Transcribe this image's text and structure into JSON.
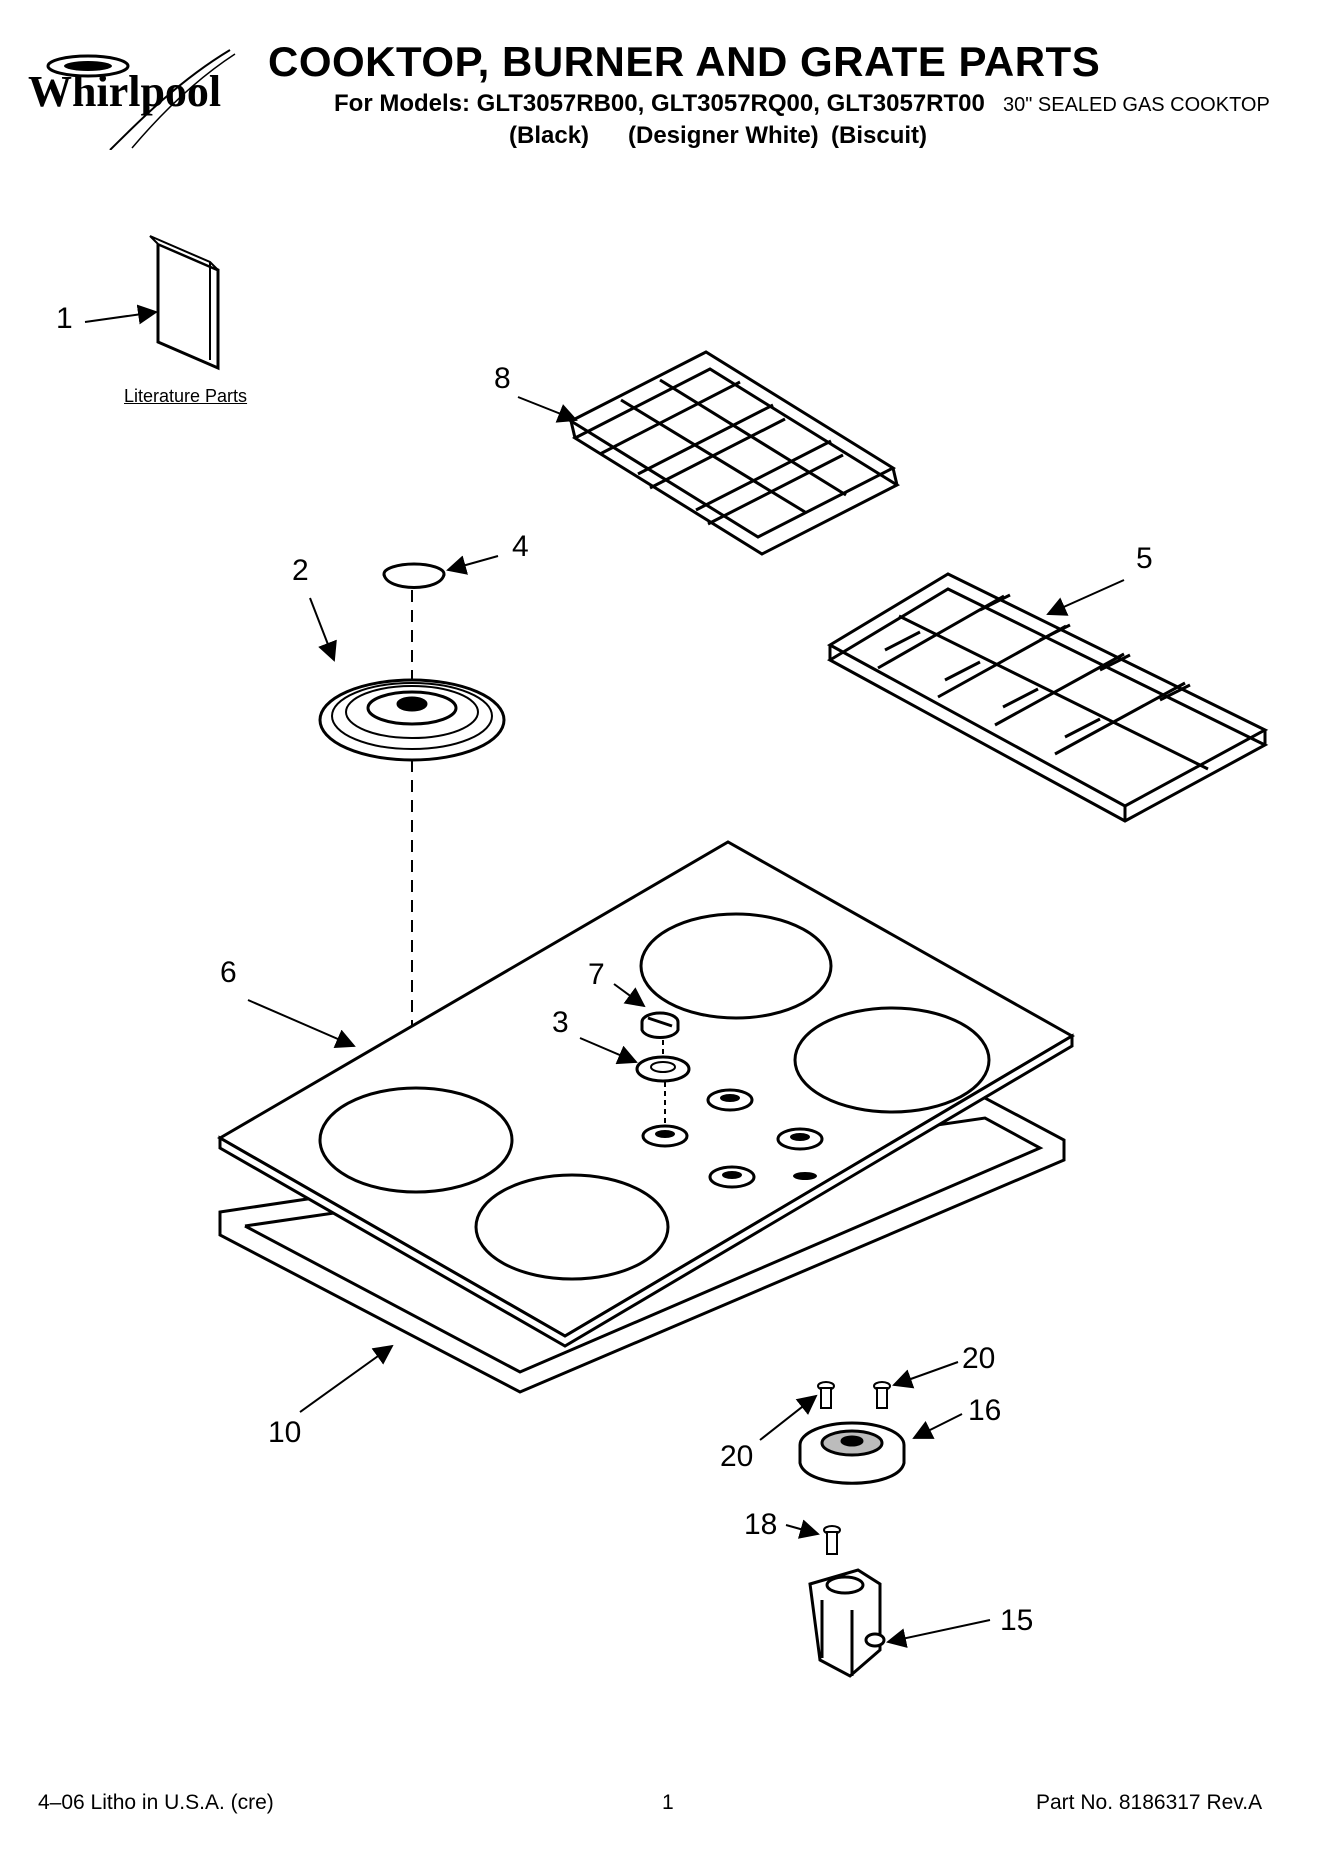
{
  "header": {
    "brand": "Whirlpool",
    "title": "COOKTOP, BURNER AND GRATE PARTS",
    "models_line": "For Models: GLT3057RB00, GLT3057RQ00, GLT3057RT00",
    "subtitle": "30\" SEALED GAS COOKTOP",
    "variants": [
      "(Black)",
      "(Designer White)",
      "(Biscuit)"
    ]
  },
  "literature_label": "Literature Parts",
  "callouts": {
    "c1": "1",
    "c2": "2",
    "c3": "3",
    "c4": "4",
    "c5": "5",
    "c6": "6",
    "c7": "7",
    "c8": "8",
    "c10": "10",
    "c15": "15",
    "c16": "16",
    "c18": "18",
    "c20a": "20",
    "c20b": "20"
  },
  "footer": {
    "left": "4–06 Litho in U.S.A. (cre)",
    "center": "1",
    "right": "Part No. 8186317 Rev.A"
  },
  "colors": {
    "ink": "#000000",
    "paper": "#ffffff",
    "tone": "#bcbcbc"
  },
  "icons": [
    "whirlpool-logo-icon"
  ]
}
